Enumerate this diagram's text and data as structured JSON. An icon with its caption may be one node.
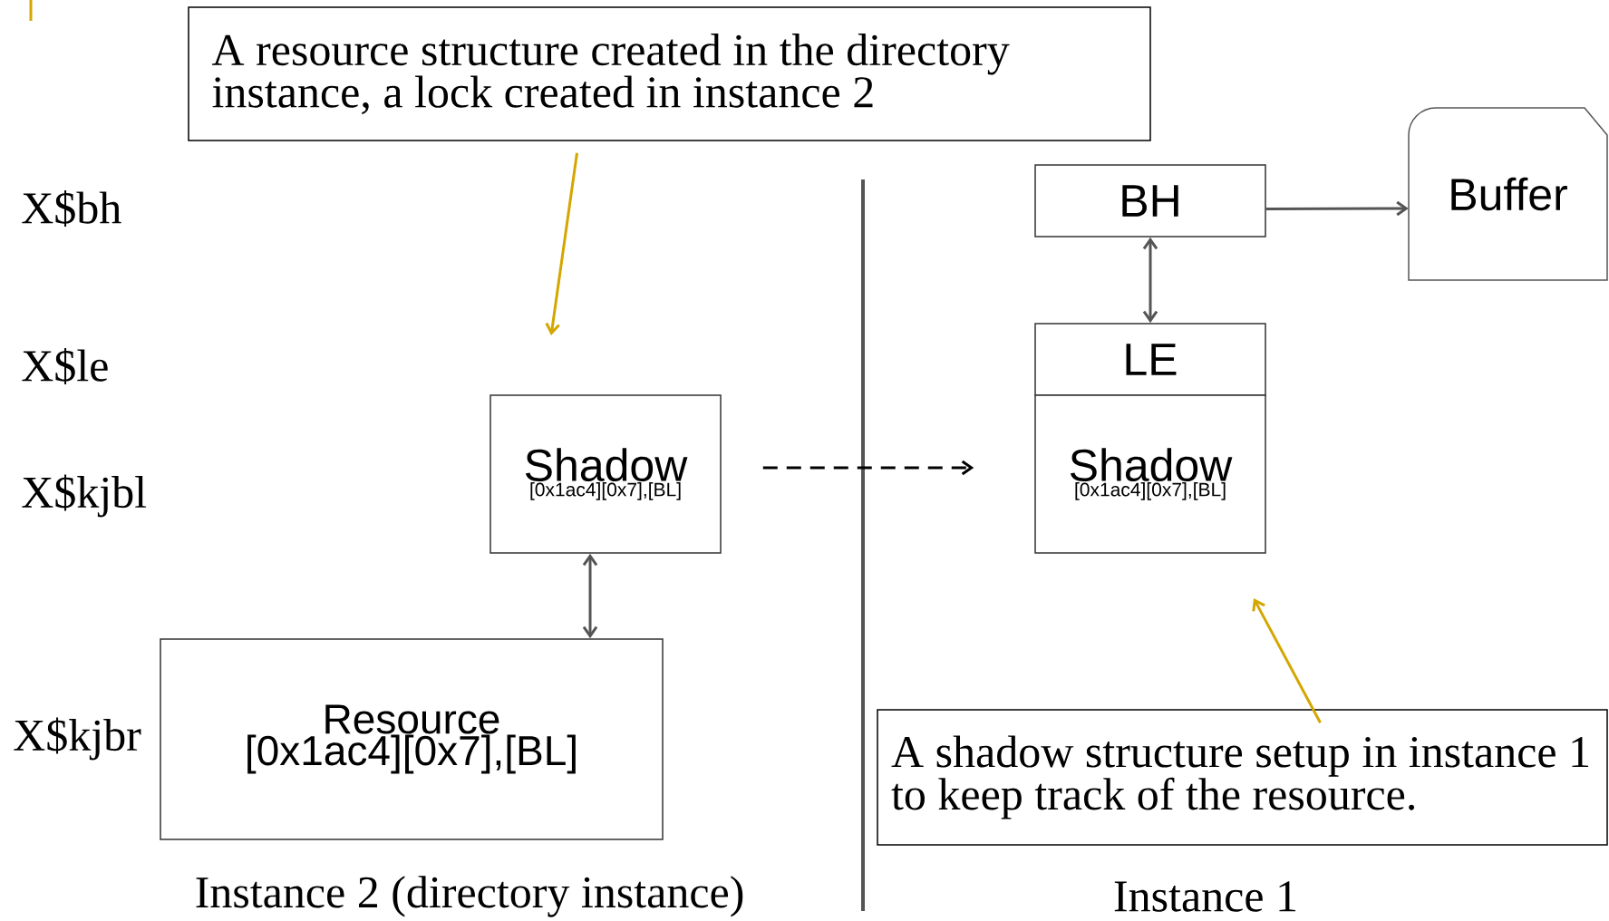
{
  "diagram": {
    "nodes": [
      {
        "text": [
          "A resource structure created in the directory instance, a lock created in instance 2"
        ]
      },
      {
        "text": [
          "Shadow",
          "[0x1ac4][0x7],[BL]"
        ]
      },
      {
        "text": [
          "Resource [0x1ac4][0x7],[BL]"
        ]
      },
      {
        "text": [
          "BH"
        ]
      },
      {
        "text": [
          "Buffer"
        ]
      },
      {
        "text": [
          "LE"
        ]
      },
      {
        "text": [
          "Shadow",
          "[0x1ac4][0x7],[BL]"
        ]
      },
      {
        "text": [
          "A shadow structure setup in instance 1 to keep track of the resource."
        ]
      }
    ],
    "edges": [
      {
        "from": 0,
        "to": null,
        "arrow": "to",
        "color": "#d4a600"
      },
      {
        "from": 1,
        "to": 2,
        "arrow": "both"
      },
      {
        "from": 1,
        "to": 6,
        "arrow": "to",
        "style": "dashed",
        "color": "#000000"
      },
      {
        "from": 3,
        "to": 4,
        "arrow": "to"
      },
      {
        "from": 3,
        "to": 5,
        "arrow": "both"
      },
      {
        "from": 7,
        "to": null,
        "arrow": "to",
        "color": "#d4a600"
      }
    ],
    "labels": [
      "X$bh",
      "X$le",
      "X$kjbl",
      "X$kjbr",
      "Instance 2 (directory instance)",
      "Instance 1"
    ]
  }
}
